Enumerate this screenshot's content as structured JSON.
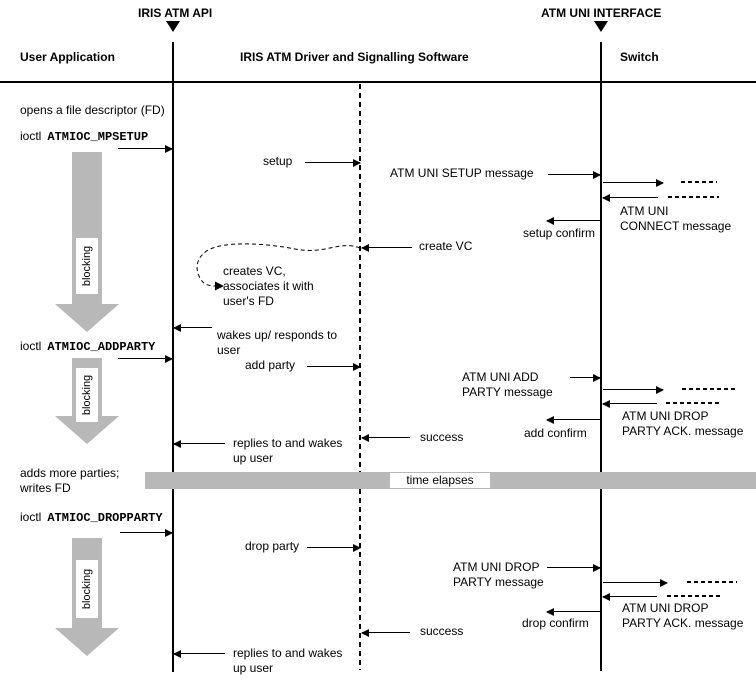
{
  "colors": {
    "gray": "#b8b8b8",
    "line": "#000000",
    "background": "#ffffff"
  },
  "interfaces": {
    "api": "IRIS ATM API",
    "uni": "ATM UNI INTERFACE"
  },
  "columns": {
    "user": "User Application",
    "driver": "IRIS ATM Driver and Signalling Software",
    "switch": "Switch"
  },
  "user_actions": {
    "opens_fd": "opens a file descriptor (FD)",
    "ioctl_prefix": "ioctl",
    "mpsetup": "ATMIOC_MPSETUP",
    "addparty": "ATMIOC_ADDPARTY",
    "dropparty": "ATMIOC_DROPPARTY",
    "adds_more_1": "adds more parties;",
    "adds_more_2": "writes FD",
    "blocking": "blocking"
  },
  "driver_msgs": {
    "setup": "setup",
    "create_vc": "create VC",
    "creates_vc_1": "creates VC,",
    "creates_vc_2": "associates it with",
    "creates_vc_3": "user's FD",
    "wakes_1": "wakes up/ responds to",
    "wakes_2": "user",
    "add_party": "add party",
    "success": "success",
    "replies_1": "replies to and wakes",
    "replies_2": "up user",
    "time_elapses": "time elapses",
    "drop_party": "drop party"
  },
  "uni_msgs": {
    "setup_msg": "ATM UNI SETUP message",
    "connect_1": "ATM UNI",
    "connect_2": "CONNECT message",
    "setup_confirm": "setup confirm",
    "add_1": "ATM UNI ADD",
    "add_2": "PARTY message",
    "drop_ack_1": "ATM UNI DROP",
    "drop_ack_2": "PARTY ACK. message",
    "add_confirm": "add confirm",
    "drop_1": "ATM UNI DROP",
    "drop_2": "PARTY message",
    "drop_confirm": "drop confirm"
  }
}
